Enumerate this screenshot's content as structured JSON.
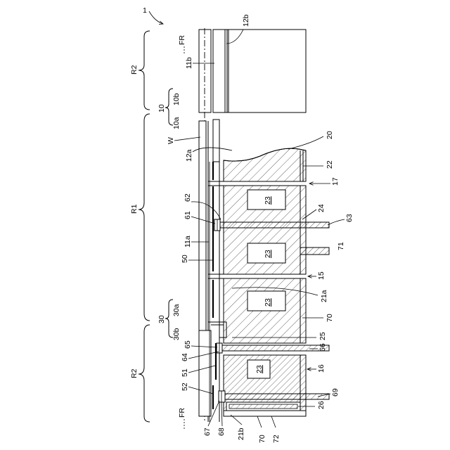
{
  "labels": {
    "fig_ref": "1",
    "R1": "R1",
    "R2_top": "R2",
    "R2_bottom": "R2",
    "FR_top": "FR",
    "FR_bottom": "FR",
    "W": "W",
    "n10": "10",
    "n10a": "10a",
    "n10b": "10b",
    "n11a": "11a",
    "n11b": "11b",
    "n12a": "12a",
    "n12b": "12b",
    "n15": "15",
    "n16": "16",
    "n17": "17",
    "n20": "20",
    "n21a": "21a",
    "n21b": "21b",
    "n22": "22",
    "n23a": "23",
    "n23b": "23",
    "n23c": "23",
    "n23d": "23",
    "n24": "24",
    "n25": "25",
    "n26": "26",
    "n30": "30",
    "n30a": "30a",
    "n30b": "30b",
    "n50": "50",
    "n51": "51",
    "n52": "52",
    "n61": "61",
    "n62": "62",
    "n63": "63",
    "n64": "64",
    "n65": "65",
    "n66": "66",
    "n67": "67",
    "n68": "68",
    "n69": "69",
    "n70a": "70",
    "n70b": "70",
    "n71": "71",
    "n72": "72"
  }
}
